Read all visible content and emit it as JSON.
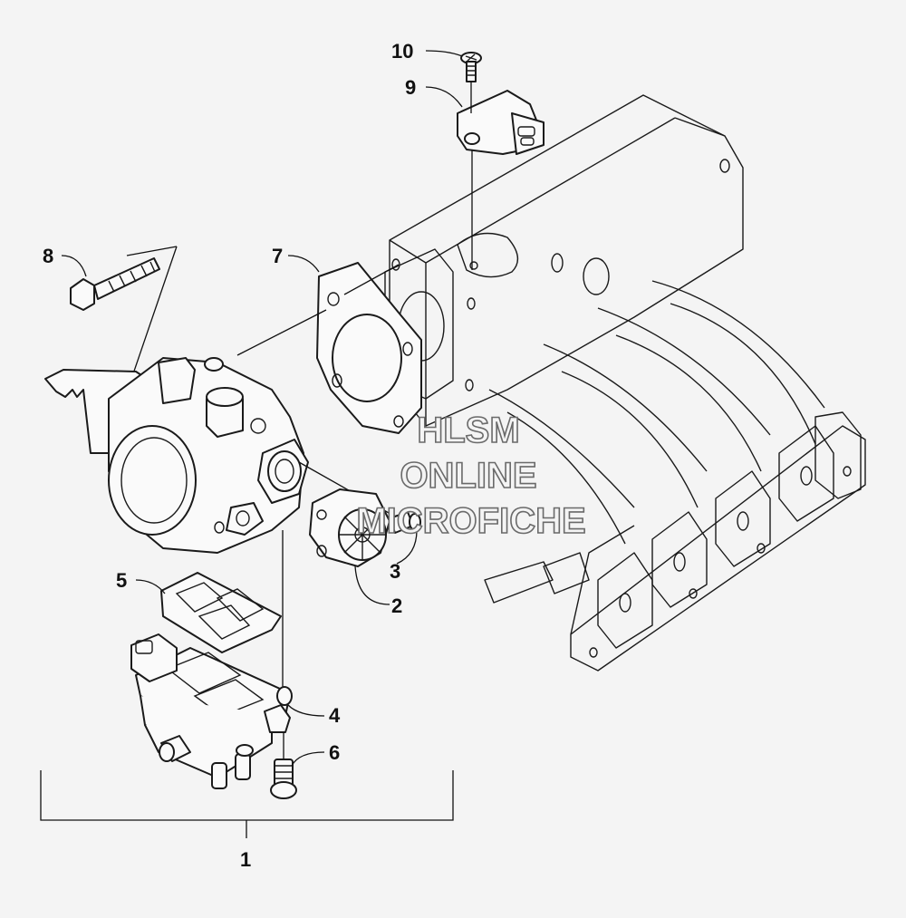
{
  "callouts": {
    "c1": "1",
    "c2": "2",
    "c3": "3",
    "c4": "4",
    "c5": "5",
    "c6": "6",
    "c7": "7",
    "c8": "8",
    "c9": "9",
    "c10": "10"
  },
  "watermark": {
    "line1": "HLSM",
    "line2": "ONLINE",
    "line3": "MICROFICHE"
  }
}
